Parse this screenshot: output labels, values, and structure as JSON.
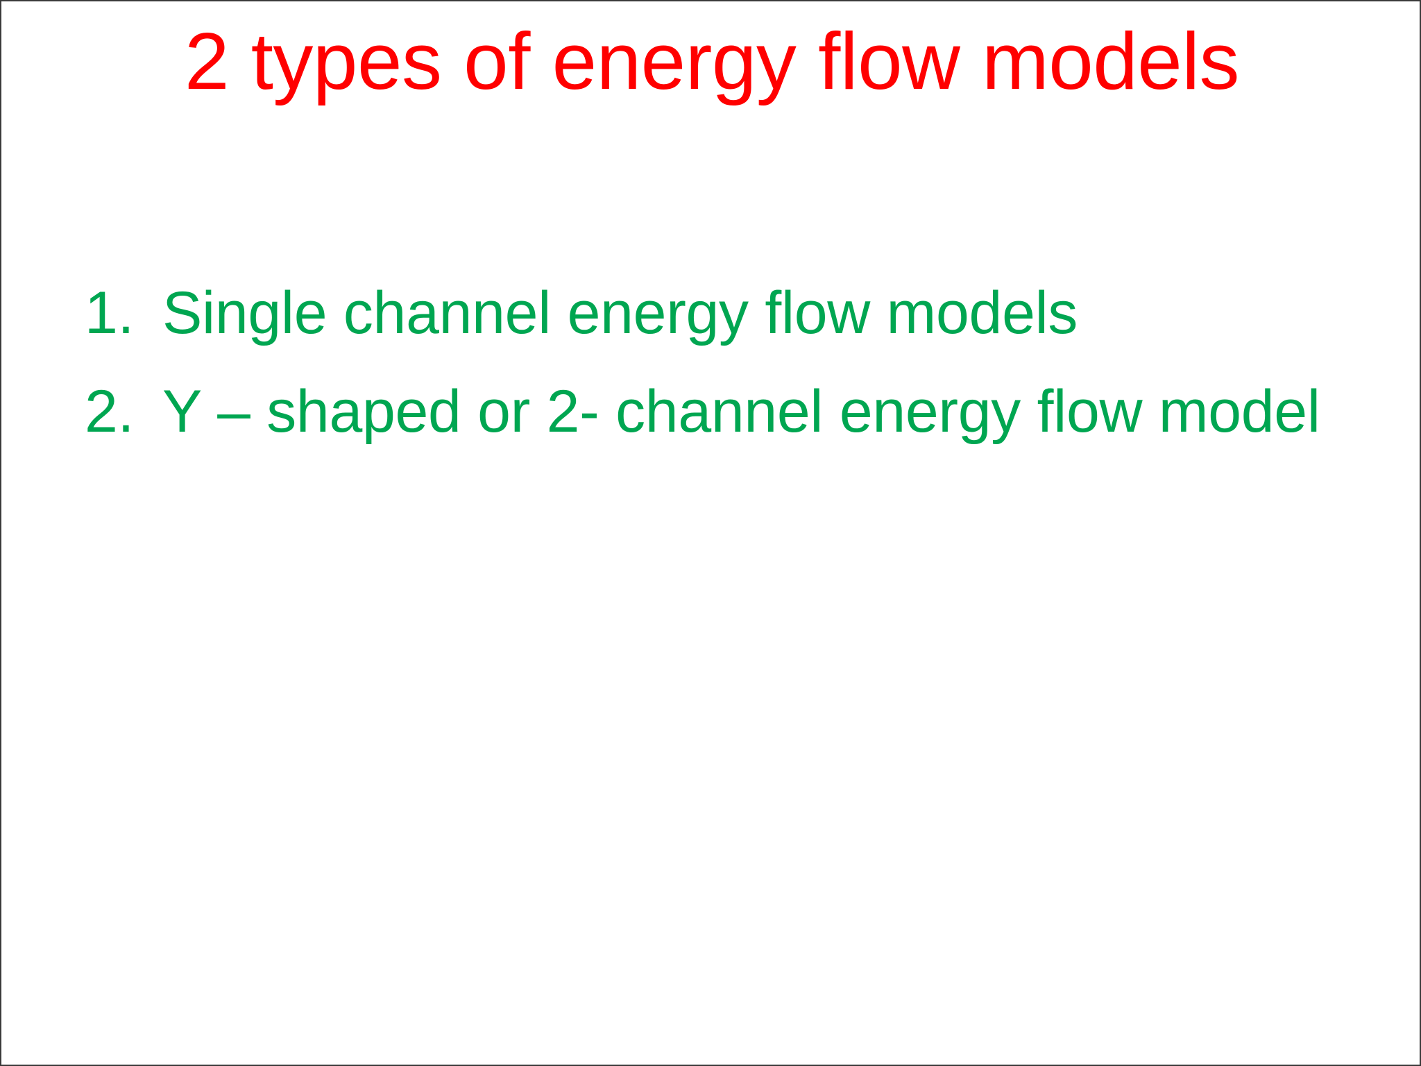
{
  "slide": {
    "background_color": "#ffffff",
    "border_color": "#3a3a3a",
    "title": {
      "text": "2 types of energy flow models",
      "color": "#ff0000",
      "alignment": "center"
    },
    "body": {
      "color": "#00a651",
      "list_type": "numbered",
      "items": [
        {
          "marker": "1.",
          "text": "Single channel energy flow models"
        },
        {
          "marker": "2.",
          "text": "Y – shaped or 2- channel energy flow model"
        }
      ]
    }
  }
}
